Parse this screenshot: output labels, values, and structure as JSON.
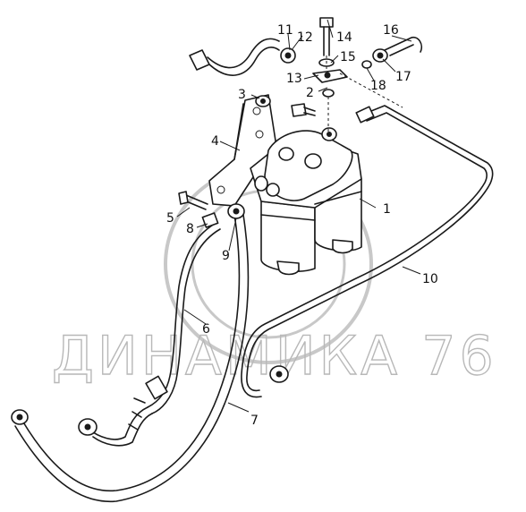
{
  "watermark": "ДИНАМИКА 76",
  "callouts": [
    "1",
    "2",
    "3",
    "4",
    "5",
    "6",
    "7",
    "8",
    "9",
    "10",
    "11",
    "12",
    "13",
    "14",
    "15",
    "16",
    "17",
    "18"
  ]
}
